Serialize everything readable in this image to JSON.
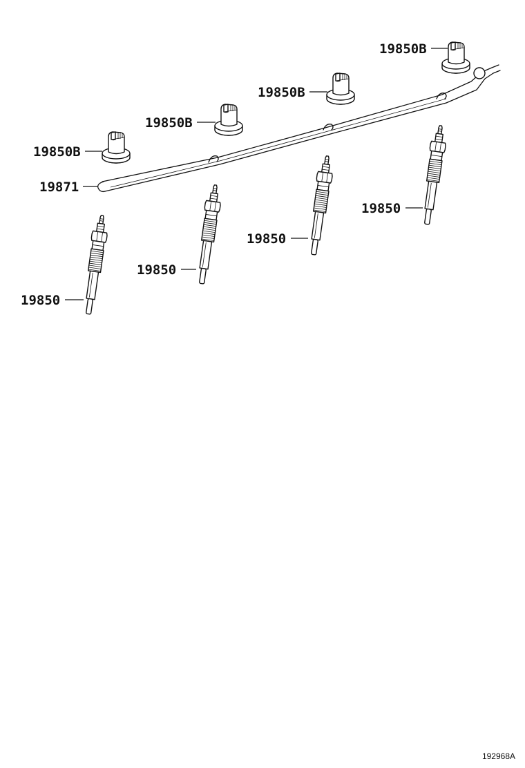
{
  "diagram": {
    "parts": {
      "nut_1": "19850B",
      "nut_2": "19850B",
      "nut_3": "19850B",
      "nut_4": "19850B",
      "bus_bar": "19871",
      "plug_1": "19850",
      "plug_2": "19850",
      "plug_3": "19850",
      "plug_4": "19850"
    },
    "figure_id": "192968A"
  }
}
